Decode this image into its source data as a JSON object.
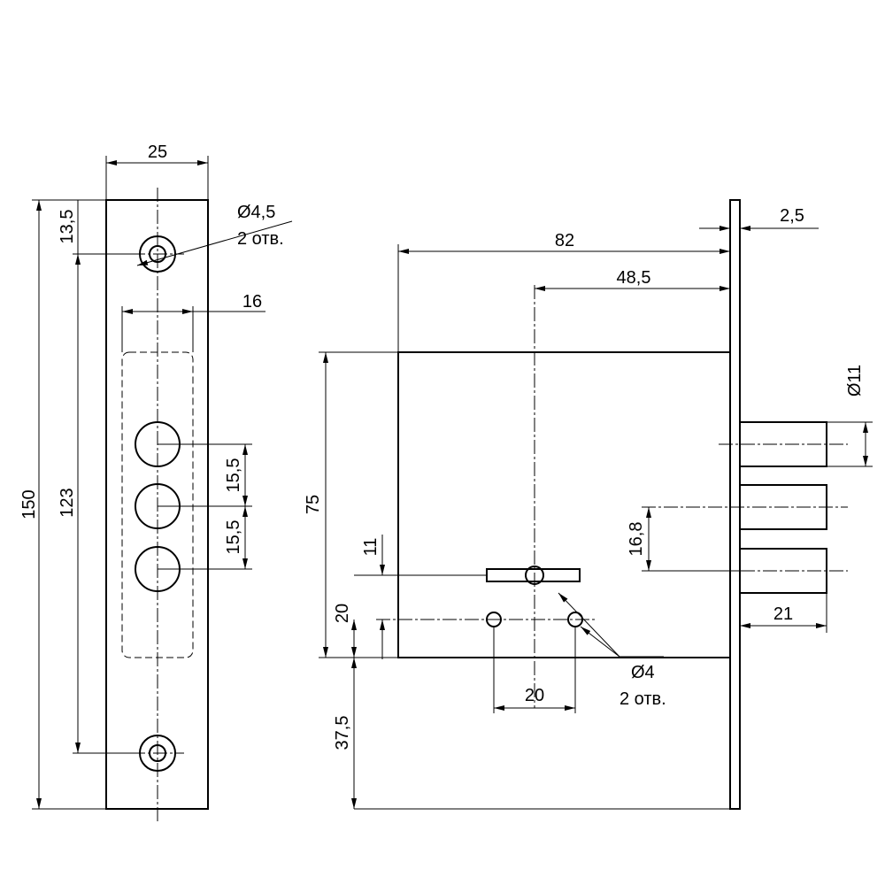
{
  "faceplate": {
    "width": "25",
    "height": "150",
    "hole_spacing": "123",
    "top_offset": "13,5",
    "hole_label_line1": "Ø4,5",
    "hole_label_line2": "2 отв.",
    "recess_width": "16",
    "bolt_spacing_1": "15,5",
    "bolt_spacing_2": "15,5"
  },
  "lock_body": {
    "depth": "82",
    "backset": "48,5",
    "plate_thickness": "2,5",
    "height": "75",
    "keyhole_offset": "11",
    "holes_offset": "20",
    "bottom_offset": "37,5",
    "holes_spacing": "20",
    "holes_label_line1": "Ø4",
    "holes_label_line2": "2 отв.",
    "bolt_diameter": "Ø11",
    "bolt_pitch": "16,8",
    "bolt_projection": "21"
  }
}
